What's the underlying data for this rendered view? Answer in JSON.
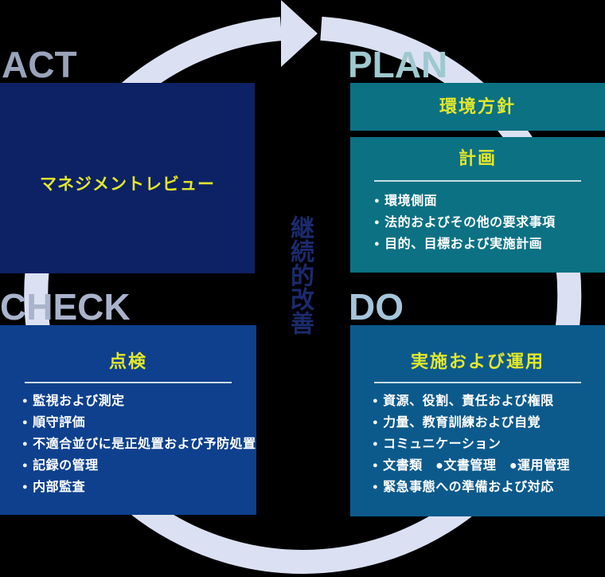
{
  "diagram": {
    "center_label": "継続的改善",
    "act": {
      "label": "ACT",
      "title": "マネジメントレビュー"
    },
    "plan": {
      "label": "PLAN",
      "policy_title": "環境方針",
      "title": "計画",
      "items": [
        "環境側面",
        "法的およびその他の要求事項",
        "目的、目標および実施計画"
      ]
    },
    "do": {
      "label": "DO",
      "title": "実施および運用",
      "items": [
        "資源、役割、責任および権限",
        "力量、教育訓練および自覚",
        "コミュニケーション",
        "文書類　●文書管理　●運用管理",
        "緊急事態への準備および対応"
      ]
    },
    "check": {
      "label": "CHECK",
      "title": "点検",
      "items": [
        "監視および測定",
        "順守評価",
        "不適合並びに是正処置および予防処置",
        "記録の管理",
        "内部監査"
      ]
    }
  },
  "glyphs": {
    "bullet": "●"
  },
  "colors": {
    "background": "#000000",
    "ring": "#dbe1f2",
    "act_box": "#0d2264",
    "plan_box": "#0c7183",
    "check_box": "#0e408e",
    "do_box": "#0c5a8c",
    "title_text": "#e3e72b",
    "body_text": "#ffffff",
    "act_label": "#99a3ba",
    "plan_label": "#9ec9cf",
    "check_label": "#a9b3cb",
    "do_label": "#a5c5da",
    "center_text": "#1b2b6e"
  }
}
